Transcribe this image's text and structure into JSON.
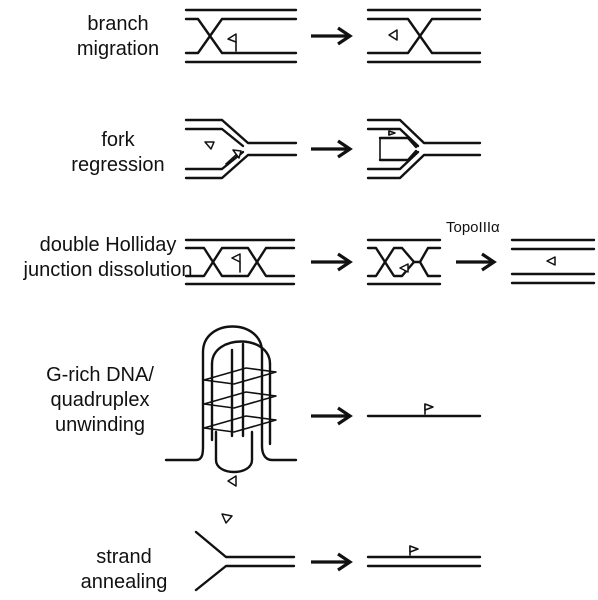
{
  "rows": [
    {
      "id": "branch",
      "label_lines": [
        "branch",
        "migration"
      ]
    },
    {
      "id": "fork",
      "label_lines": [
        "fork",
        "regression"
      ]
    },
    {
      "id": "dhj",
      "label_lines": [
        "double Holliday",
        "junction dissolution"
      ],
      "enzyme_label": "TopoIIIα"
    },
    {
      "id": "gquad",
      "label_lines": [
        "G-rich DNA/",
        "quadruplex",
        "unwinding"
      ]
    },
    {
      "id": "annealing",
      "label_lines": [
        "strand",
        "annealing"
      ]
    }
  ]
}
